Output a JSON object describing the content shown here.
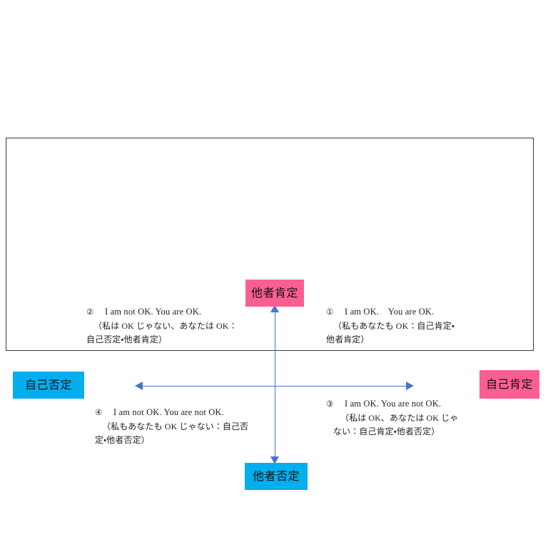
{
  "figure": {
    "title": "OK Corral (I'm OK - You're OK) four-quadrant diagram",
    "colors": {
      "pink": "#fa5f94",
      "cyan": "#03aeef",
      "axis_blue": "#4a74c9",
      "frame": "#3a3a3a",
      "background": "#ffffff",
      "text": "#222222"
    }
  },
  "axes": {
    "vertical": {
      "positive_label": "他者肯定",
      "negative_label": "他者否定"
    },
    "horizontal": {
      "positive_label": "自己肯定",
      "negative_label": "自己否定"
    },
    "arrows": {
      "up": "arrow-up-icon",
      "down": "arrow-down-icon",
      "left": "arrow-left-icon",
      "right": "arrow-right-icon"
    }
  },
  "quadrants": [
    {
      "id": 1,
      "marker": "①",
      "position": "upper-right",
      "headline": "I am OK.　You are OK.",
      "sub_lines": [
        "（私もあなたも OK：自己肯定・",
        "他者肯定）"
      ]
    },
    {
      "id": 2,
      "marker": "②",
      "position": "upper-left",
      "headline": "I am not OK. You are OK.",
      "sub_lines": [
        "（私は OK じゃない、あなたは OK：",
        "自己否定・他者肯定）"
      ]
    },
    {
      "id": 3,
      "marker": "③",
      "position": "lower-right",
      "headline": "I am OK. You are not OK.",
      "sub_lines": [
        "（私は OK、あなたは OK じゃ",
        "ない：自己肯定・他者否定）"
      ]
    },
    {
      "id": 4,
      "marker": "④",
      "position": "lower-left",
      "headline": "I am not OK. You are not OK.",
      "sub_lines": [
        "（私もあなたも OK じゃない：自己否",
        "定・他者否定）"
      ]
    }
  ]
}
